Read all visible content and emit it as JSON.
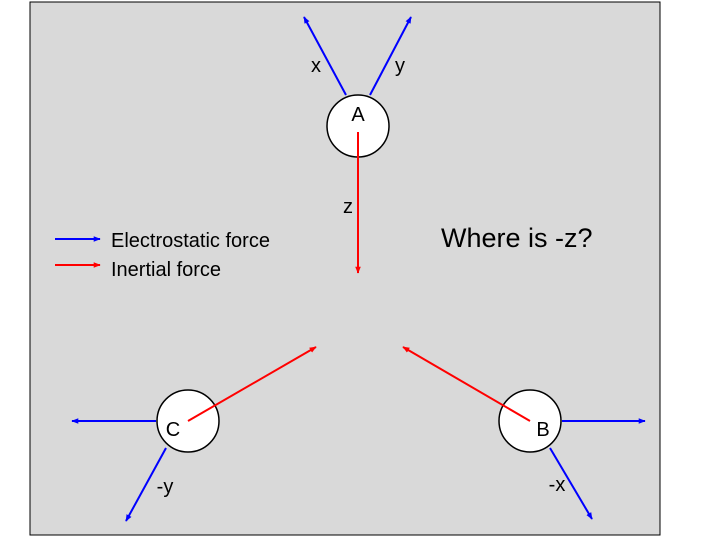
{
  "nodes": {
    "A": "A",
    "B": "B",
    "C": "C"
  },
  "vector_labels": {
    "x": "x",
    "y": "y",
    "z": "z",
    "neg_x": "-x",
    "neg_y": "-y"
  },
  "legend": {
    "electrostatic": "Electrostatic force",
    "inertial": "Inertial force"
  },
  "question": "Where is -z?",
  "colors": {
    "background": "#d9d9d9",
    "electrostatic": "#0000ff",
    "inertial": "#ff0000",
    "node_fill": "#ffffff",
    "outline": "#000000"
  }
}
